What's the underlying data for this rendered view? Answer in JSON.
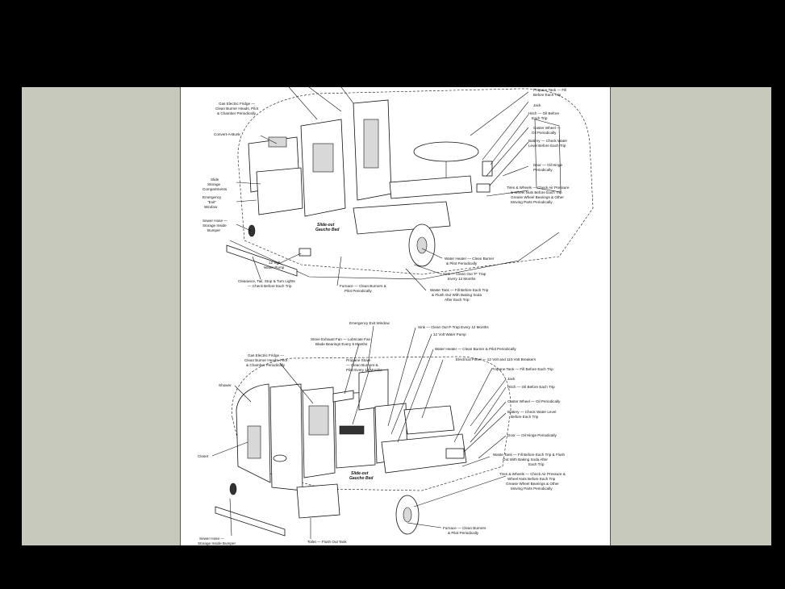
{
  "colors": {
    "viewer_background": "#000000",
    "gutter": "#c8c9bd",
    "page": "#ffffff",
    "ink": "#111111"
  },
  "diagram_top": {
    "labels": [
      {
        "lines": [
          "Propane Tank — Fill",
          "Before Each Trip"
        ]
      },
      {
        "lines": [
          "Gas Electric Fridge —",
          "Clean Burner Heads, Pilot",
          "& Chamber Periodically"
        ]
      },
      {
        "lines": [
          "Jack"
        ]
      },
      {
        "lines": [
          "Hitch — Oil Before",
          "Each Trip"
        ]
      },
      {
        "lines": [
          "Caster Wheel —",
          "Oil Periodically"
        ]
      },
      {
        "lines": [
          "Convert-A-Bunk"
        ]
      },
      {
        "lines": [
          "Battery — Check Water",
          "Level Before Each Trip"
        ]
      },
      {
        "lines": [
          "Door — Oil Hinge",
          "Periodically"
        ]
      },
      {
        "lines": [
          "Slide",
          "Storage",
          "Compartments"
        ]
      },
      {
        "lines": [
          "Emergency",
          "\"Exit\"",
          "Window"
        ]
      },
      {
        "lines": [
          "Tires & Wheels — Check Air Pressure",
          "& Wheel Nuts Before Each Trip",
          "Grease Wheel Bearings & Other",
          "Moving Parts Periodically"
        ]
      },
      {
        "lines": [
          "Sewer Hose —",
          "Storage Inside",
          "Bumper"
        ]
      },
      {
        "lines": [
          "Slide-out",
          "Gaucho Bed"
        ]
      },
      {
        "lines": [
          "12 Volt",
          "Water Pump"
        ]
      },
      {
        "lines": [
          "Water Heater — Clean Burner",
          "& Pilot Periodically"
        ]
      },
      {
        "lines": [
          "Sink — Clean Out 'P' Trap",
          "Every 12 Months"
        ]
      },
      {
        "lines": [
          "Clearance, Tail, Stop & Turn Lights",
          "— Check Before Each Trip"
        ]
      },
      {
        "lines": [
          "Furnace — Clean Burners &",
          "Pilot Periodically"
        ]
      },
      {
        "lines": [
          "Waste Tank — Fill Before Each Trip",
          "& Flush Out With Baking Soda",
          "After Each Trip"
        ]
      }
    ]
  },
  "diagram_bottom": {
    "labels": [
      {
        "lines": [
          "Emergency Exit Window"
        ]
      },
      {
        "lines": [
          "Sink — Clean Out P-Trap Every 12 Months"
        ]
      },
      {
        "lines": [
          "12 Volt Water Pump"
        ]
      },
      {
        "lines": [
          "Stove Exhaust Fan — Lubricate Fan",
          "Blade Bearings Every 6 Months"
        ]
      },
      {
        "lines": [
          "Water Heater — Clean Burner & Pilot Periodically"
        ]
      },
      {
        "lines": [
          "Gas Electric Fridge —",
          "Clean Burner Heads, Pilot",
          "& Chamber Periodically"
        ]
      },
      {
        "lines": [
          "Propane Stove",
          "— Clean Burners &",
          "Pilot Every 12 Months"
        ]
      },
      {
        "lines": [
          "Electrical Panel — 12 Volt and 110 Volt Breakers"
        ]
      },
      {
        "lines": [
          "Propane Tank — Fill Before Each Trip"
        ]
      },
      {
        "lines": [
          "Shower"
        ]
      },
      {
        "lines": [
          "Jack"
        ]
      },
      {
        "lines": [
          "Hitch — Oil Before Each Trip"
        ]
      },
      {
        "lines": [
          "Caster Wheel — Oil Periodically"
        ]
      },
      {
        "lines": [
          "Battery — Check Water Level",
          "Before Each Trip"
        ]
      },
      {
        "lines": [
          "Door — Oil Hinge Periodically"
        ]
      },
      {
        "lines": [
          "Closet"
        ]
      },
      {
        "lines": [
          "Waste Tank — Fill Before Each Trip & Flush",
          "Out With Baking Soda After",
          "Each Trip"
        ]
      },
      {
        "lines": [
          "Slide-out",
          "Gaucho Bed"
        ]
      },
      {
        "lines": [
          "Tires & Wheels — Check Air Pressure &",
          "Wheel Nuts Before Each Trip",
          "Grease Wheel Bearings & Other",
          "Moving Parts Periodically"
        ]
      },
      {
        "lines": [
          "Furnace — Clean Burners",
          "& Pilot Periodically"
        ]
      },
      {
        "lines": [
          "Sewer Hose —",
          "Storage Inside Bumper"
        ]
      },
      {
        "lines": [
          "Toilet — Flush Out Tank"
        ]
      }
    ]
  }
}
